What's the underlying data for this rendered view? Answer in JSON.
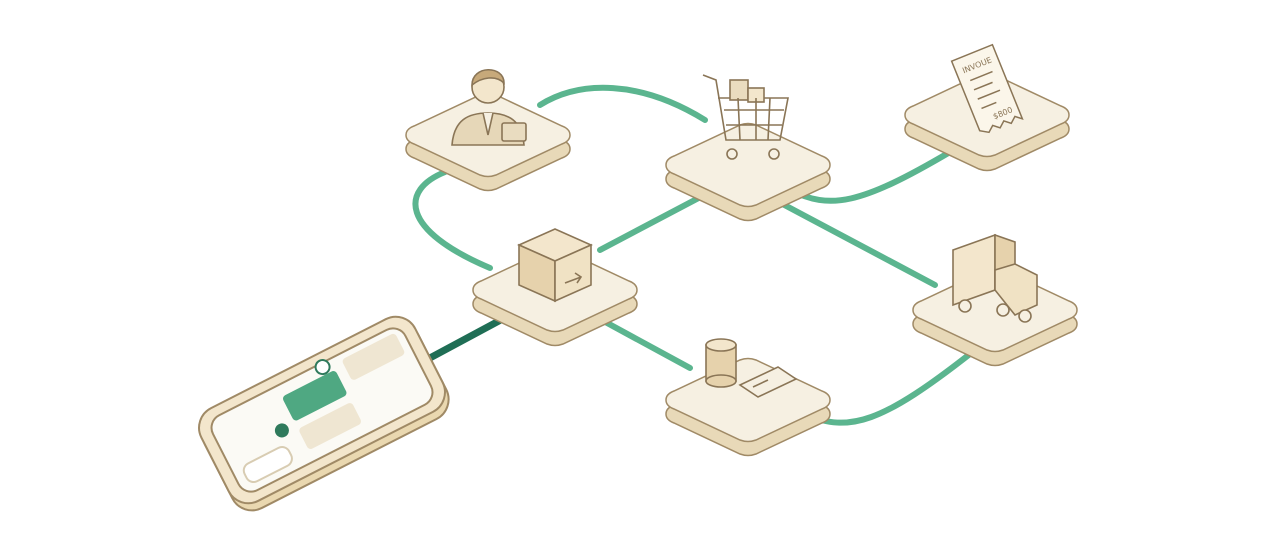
{
  "colors": {
    "background": "#ffffff",
    "tile_top": "#f6f0e2",
    "tile_side": "#e8d9b8",
    "outline": "#a08a66",
    "link": "#5bb58f",
    "link_dark": "#1f6e55",
    "accent_green": "#4fa882"
  },
  "nodes": [
    {
      "id": "customer-service",
      "icon": "businessman-icon"
    },
    {
      "id": "shopping-cart",
      "icon": "shopping-cart-icon"
    },
    {
      "id": "invoice",
      "icon": "receipt-icon",
      "lettering": [
        "INVOUE",
        "$800"
      ]
    },
    {
      "id": "package",
      "icon": "package-box-icon"
    },
    {
      "id": "delivery",
      "icon": "delivery-truck-icon"
    },
    {
      "id": "payment",
      "icon": "coins-and-card-icon"
    },
    {
      "id": "chat-phone",
      "icon": "smartphone-chat-icon"
    }
  ],
  "links": [
    [
      "customer-service",
      "shopping-cart"
    ],
    [
      "customer-service",
      "package"
    ],
    [
      "shopping-cart",
      "package"
    ],
    [
      "shopping-cart",
      "invoice"
    ],
    [
      "shopping-cart",
      "delivery"
    ],
    [
      "package",
      "payment"
    ],
    [
      "payment",
      "delivery"
    ],
    [
      "chat-phone",
      "package"
    ]
  ]
}
